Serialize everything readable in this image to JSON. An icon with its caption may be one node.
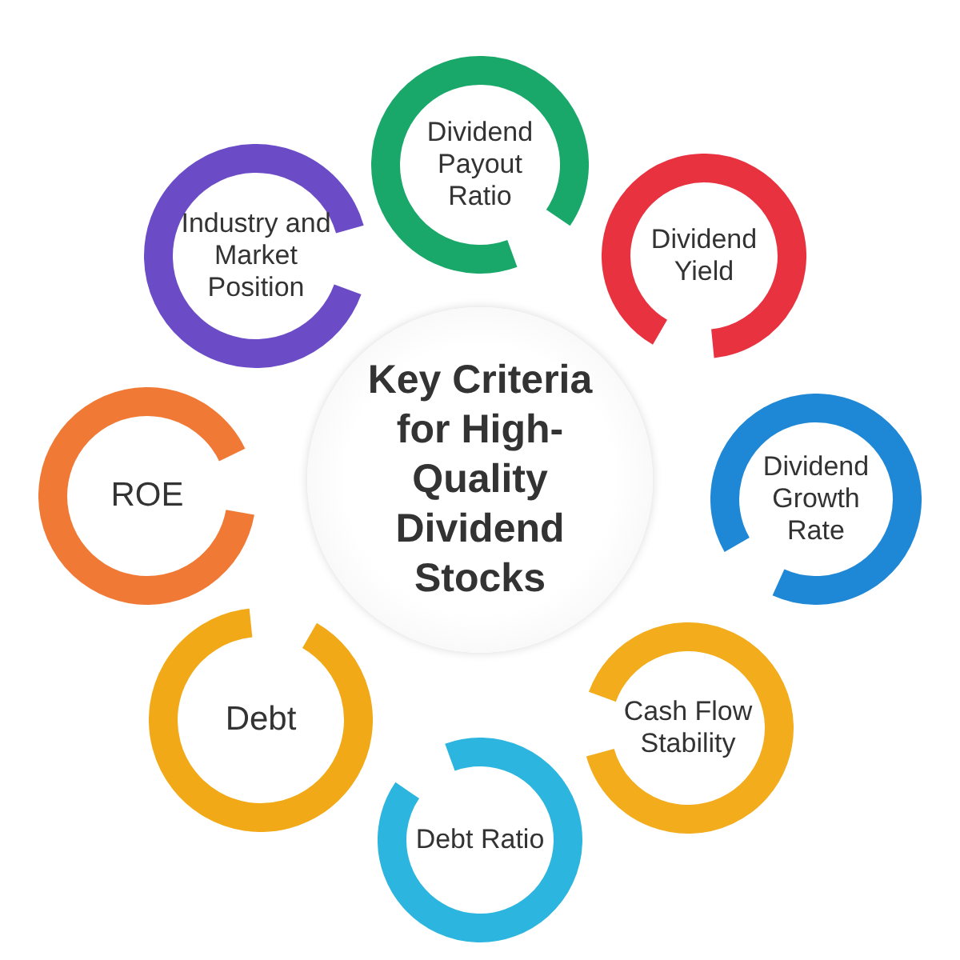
{
  "diagram": {
    "nodes": [
      {
        "text": [
          "Key Criteria for High-Quality Dividend Stocks"
        ]
      },
      {
        "text": [
          "Dividend Payout Ratio"
        ]
      },
      {
        "text": [
          "Dividend Yield"
        ]
      },
      {
        "text": [
          "Dividend Growth Rate"
        ]
      },
      {
        "text": [
          "Cash Flow Stability"
        ]
      },
      {
        "text": [
          "Debt Ratio"
        ]
      },
      {
        "text": [
          "Debt"
        ]
      },
      {
        "text": [
          "ROE"
        ]
      },
      {
        "text": [
          "Industry and Market Position"
        ]
      }
    ]
  }
}
